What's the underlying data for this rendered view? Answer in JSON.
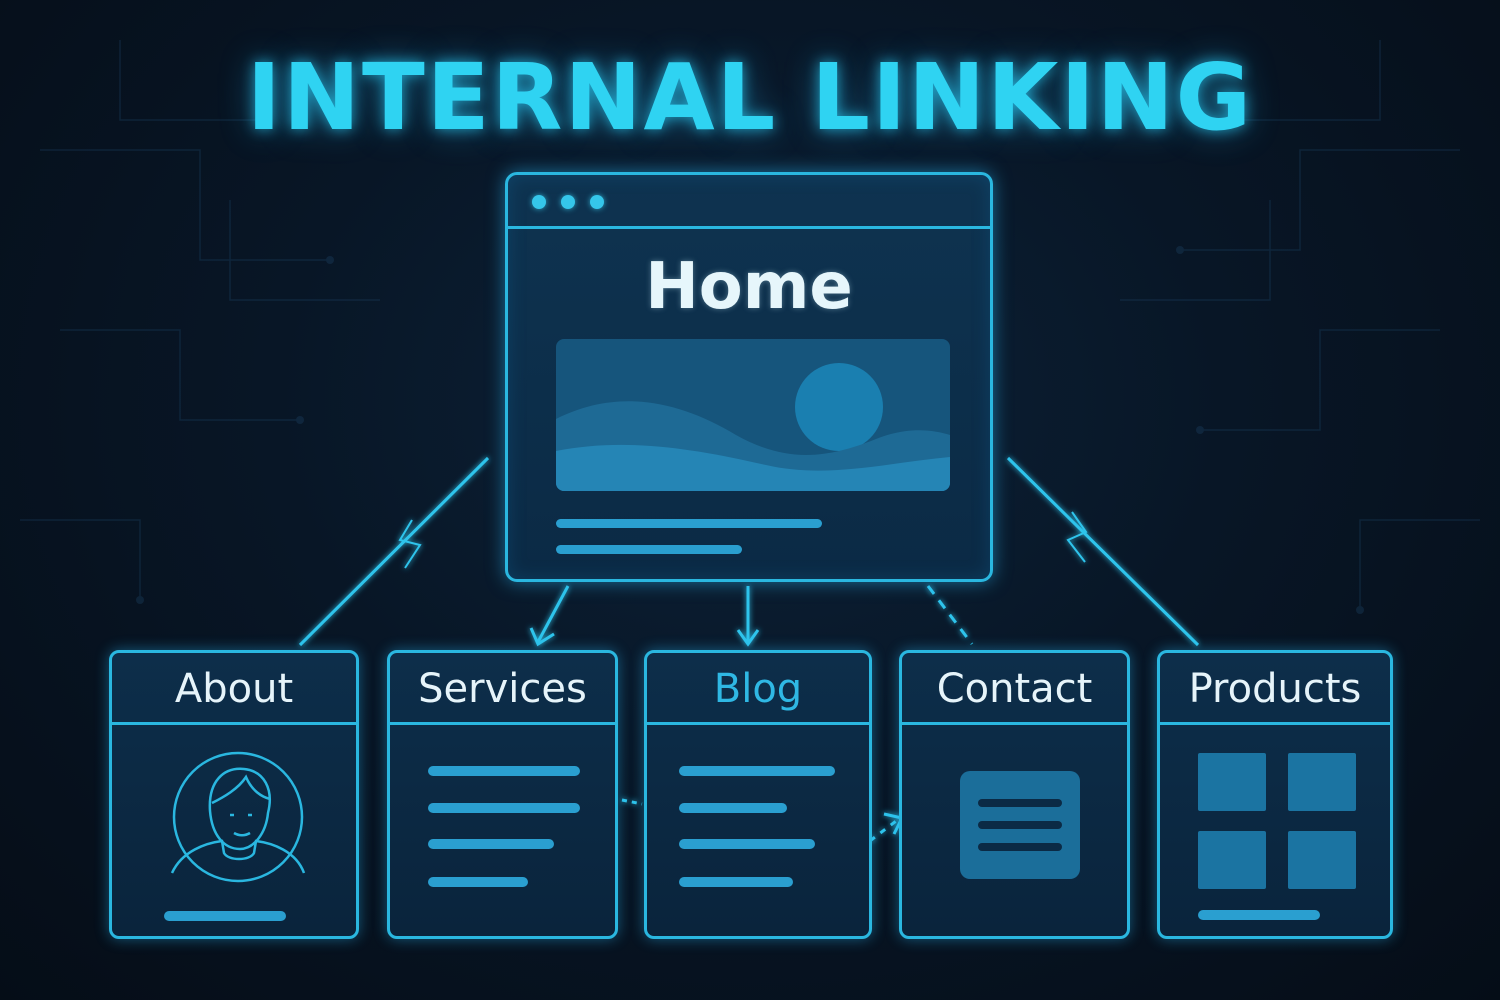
{
  "title": "INTERNAL LINKING",
  "home": {
    "label": "Home",
    "window_dots": [
      "dot-1",
      "dot-2",
      "dot-3"
    ],
    "image_icon": "landscape-image-icon"
  },
  "pages": [
    {
      "id": "about",
      "label": "About",
      "icon": "person-avatar-icon"
    },
    {
      "id": "services",
      "label": "Services",
      "icon": "text-lines-icon"
    },
    {
      "id": "blog",
      "label": "Blog",
      "icon": "text-lines-icon"
    },
    {
      "id": "contact",
      "label": "Contact",
      "icon": "form-icon"
    },
    {
      "id": "products",
      "label": "Products",
      "icon": "grid-icon"
    }
  ],
  "colors": {
    "background": "#07121e",
    "accent": "#2fd3f2",
    "border": "#2ab7e0",
    "panel": "#0d2e4a",
    "fill": "#2a9fd0"
  }
}
